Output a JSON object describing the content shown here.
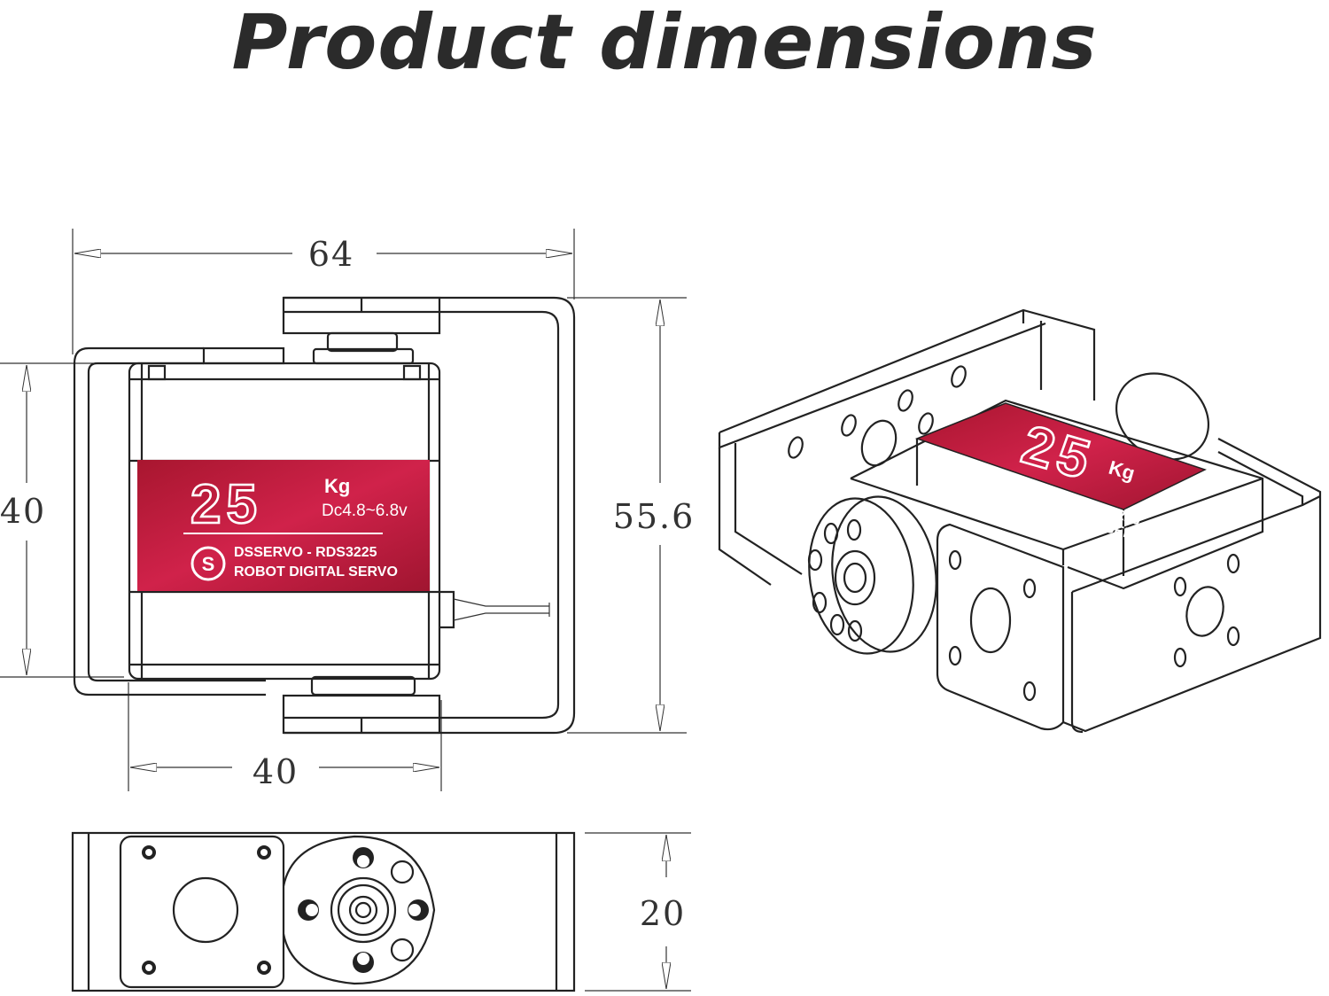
{
  "title": "Product dimensions",
  "dimensions": {
    "top_width": "64",
    "left_height": "40",
    "right_height": "55.6",
    "bottom_width": "40",
    "side_height": "20"
  },
  "servo_label": {
    "load": "25",
    "unit": "Kg",
    "voltage": "Dc4.8~6.8v",
    "model": "DSSERVO - RDS3225",
    "type": "ROBOT DIGITAL SERVO"
  },
  "colors": {
    "label_red": "#c11d3c",
    "line": "#222222",
    "background": "#ffffff"
  }
}
